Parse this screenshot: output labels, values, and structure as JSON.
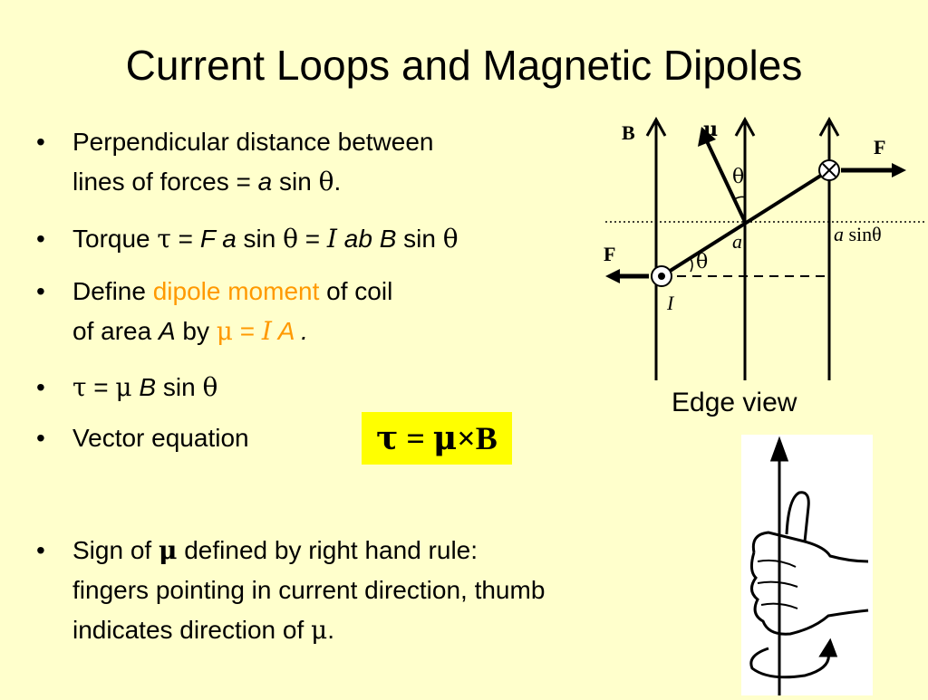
{
  "slide": {
    "title": "Current Loops and Magnetic Dipoles"
  },
  "bullets": [
    {
      "line1": "Perpendicular distance between",
      "line2_a": "lines of forces = ",
      "line2_b": "a",
      "line2_c": " sin ",
      "line2_d": "θ",
      "line2_e": "."
    },
    {
      "a": "Torque ",
      "b": "τ",
      "c": " = ",
      "d": "F a",
      "e": " sin ",
      "f": "θ",
      "g": " = ",
      "h": "I",
      "i": " ab B",
      "j": " sin ",
      "k": "θ"
    },
    {
      "line1_a": "Define ",
      "line1_b": "dipole moment",
      "line1_c": " of coil",
      "line2_a": "of area ",
      "line2_b": "A",
      "line2_c": " by ",
      "line2_d": "μ",
      "line2_e": " = ",
      "line2_f": "I",
      "line2_g": " A",
      "line2_h": " ."
    },
    {
      "a": "τ",
      "b": " = ",
      "c": "μ",
      "d": " B",
      "e": " sin ",
      "f": "θ"
    },
    {
      "text": "Vector equation"
    },
    {
      "line1_a": "Sign of ",
      "line1_b": "μ",
      "line1_c": " defined by right hand rule:",
      "line2": "fingers pointing in current direction, thumb",
      "line3_a": "indicates direction of ",
      "line3_b": "μ",
      "line3_c": "."
    }
  ],
  "bullet_char": "•",
  "equation": {
    "tau": "τ",
    "eq": " = ",
    "mu": "μ",
    "cross": "×",
    "B": "B"
  },
  "diagram": {
    "label_B": "B",
    "label_mu": "μ",
    "label_F_right": "F",
    "label_F_left": "F",
    "label_theta_top": "θ",
    "label_theta_bottom": "θ",
    "label_a": "a",
    "label_a_sin_a": "a",
    "label_a_sin_b": " sinθ",
    "label_I": "I",
    "caption": "Edge view"
  },
  "colors": {
    "background": "#FFFFCC",
    "highlight": "#FF9900",
    "equation_box": "#FFFF00"
  }
}
